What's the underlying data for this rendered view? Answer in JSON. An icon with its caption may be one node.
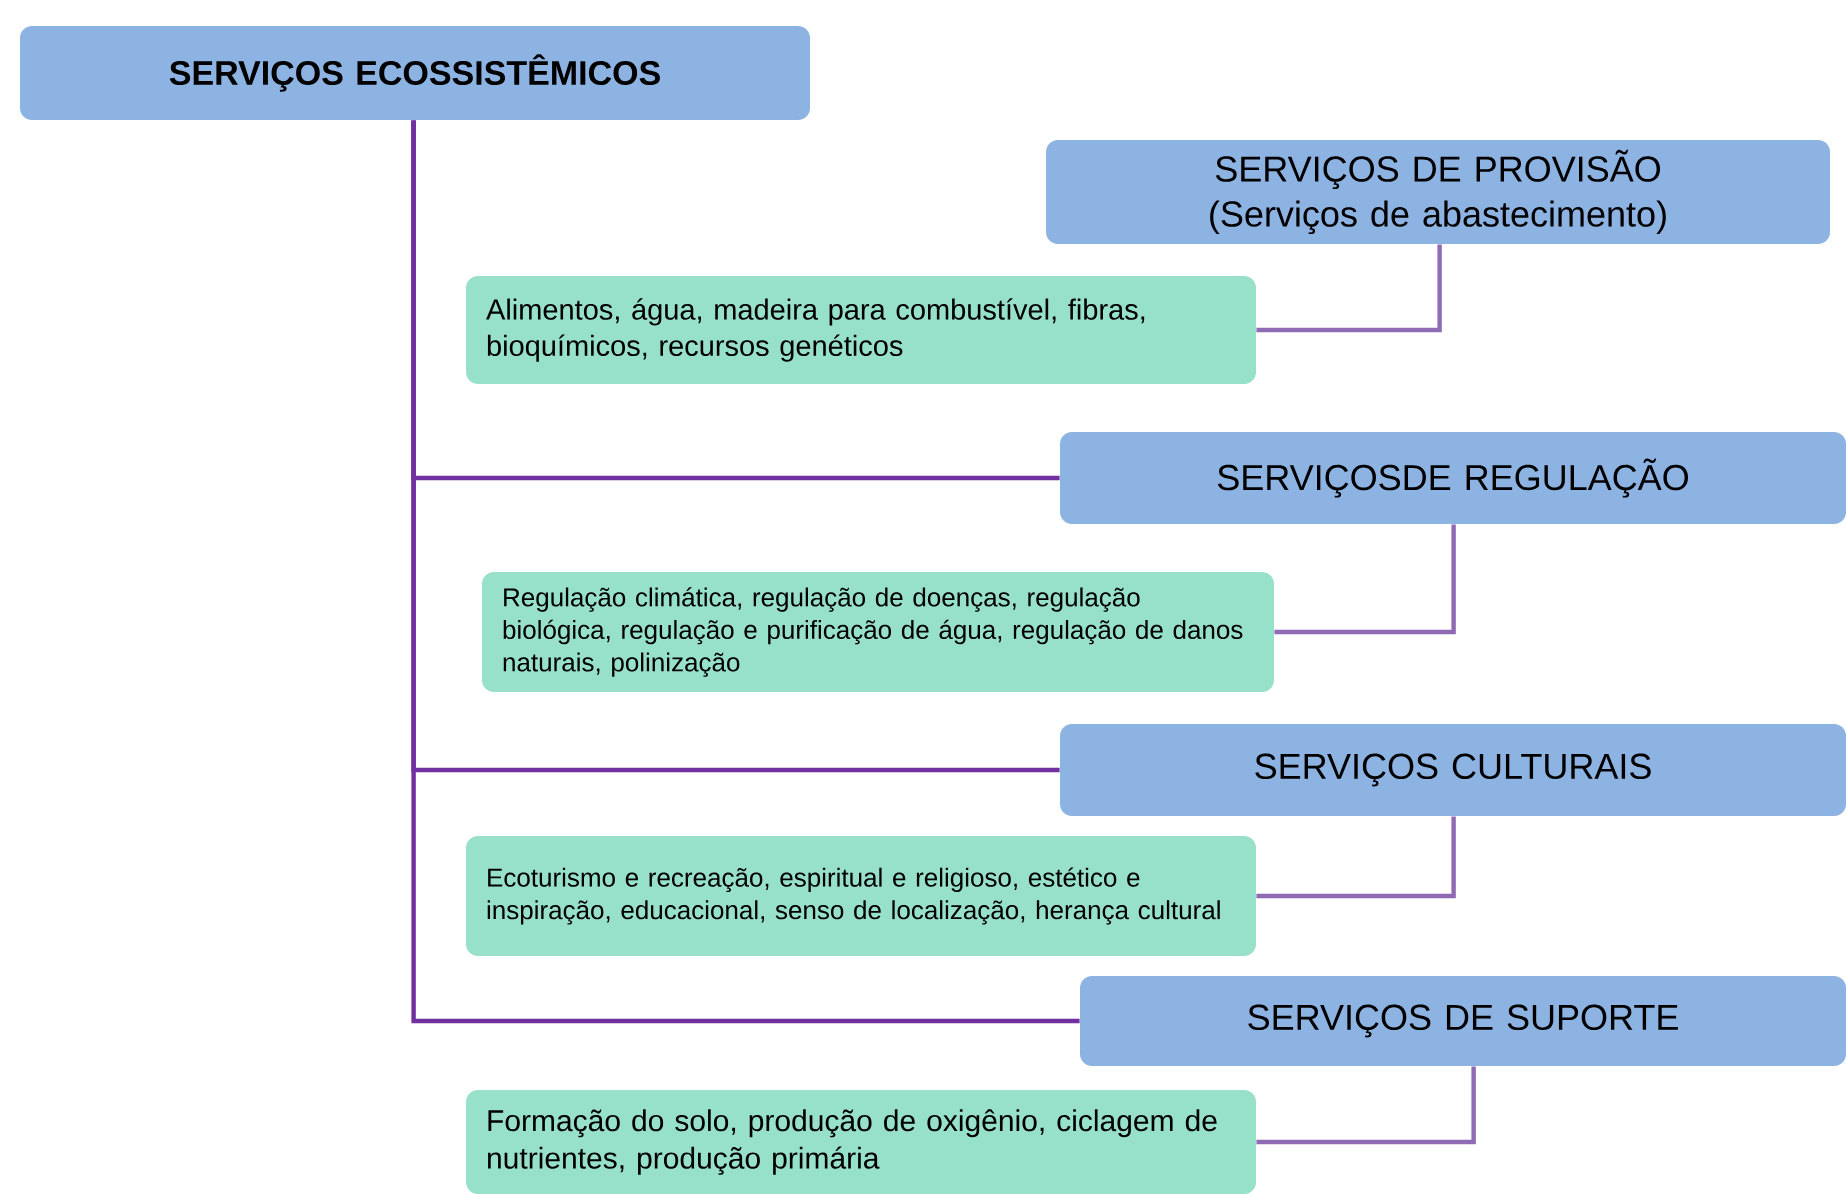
{
  "diagram": {
    "nodes": [
      {
        "text": [
          "SERVIÇOS ECOSSISTÊMICOS"
        ]
      },
      {
        "text": [
          "SERVIÇOS DE PROVISÃO (Serviços de abastecimento)"
        ]
      },
      {
        "text": [
          "Alimentos, água, madeira para combustível, fibras, bioquímicos, recursos genéticos"
        ]
      },
      {
        "text": [
          "SERVIÇOSDE REGULAÇÃO"
        ]
      },
      {
        "text": [
          "Regulação climática, regulação de doenças, regulação biológica, regulação e purificação de água, regulação de danos naturais, polinização"
        ]
      },
      {
        "text": [
          "SERVIÇOS CULTURAIS"
        ]
      },
      {
        "text": [
          "Ecoturismo e recreação, espiritual e religioso, estético e inspiração, educacional, senso de localização, herança cultural"
        ]
      },
      {
        "text": [
          "SERVIÇOS DE SUPORTE"
        ]
      },
      {
        "text": [
          "Formação do solo, produção de oxigênio, ciclagem de nutrientes, produção primária"
        ]
      }
    ],
    "edges": [
      {
        "from": 0,
        "to": 3,
        "arrow": "none",
        "color": "#7030a0"
      },
      {
        "from": 0,
        "to": 5,
        "arrow": "none",
        "color": "#7030a0"
      },
      {
        "from": 0,
        "to": 7,
        "arrow": "none",
        "color": "#7030a0"
      },
      {
        "from": 1,
        "to": 2,
        "arrow": "none"
      },
      {
        "from": 3,
        "to": 4,
        "arrow": "none"
      },
      {
        "from": 5,
        "to": 6,
        "arrow": "none"
      },
      {
        "from": 7,
        "to": 8,
        "arrow": "none"
      }
    ]
  }
}
